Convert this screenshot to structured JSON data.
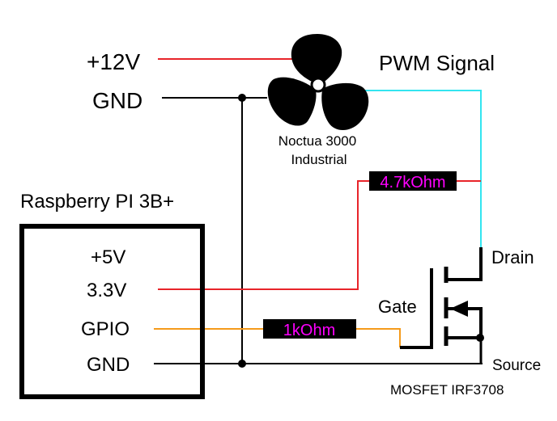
{
  "power": {
    "v12": "+12V",
    "gnd": "GND"
  },
  "fan": {
    "label_line1": "Noctua 3000",
    "label_line2": "Industrial",
    "pwm_label": "PWM Signal"
  },
  "pi": {
    "title": "Raspberry PI 3B+",
    "pin_5v": "+5V",
    "pin_3v3": "3.3V",
    "pin_gpio": "GPIO",
    "pin_gnd": "GND"
  },
  "resistors": {
    "pullup": "4.7kOhm",
    "gate": "1kOhm"
  },
  "mosfet": {
    "drain": "Drain",
    "gate": "Gate",
    "source": "Source",
    "model": "MOSFET IRF3708"
  },
  "colors": {
    "v12_wire": "#e8242a",
    "pwm_wire": "#33e5f0",
    "gpio_wire": "#f59a1b",
    "resistor_text": "#ff00ff"
  }
}
